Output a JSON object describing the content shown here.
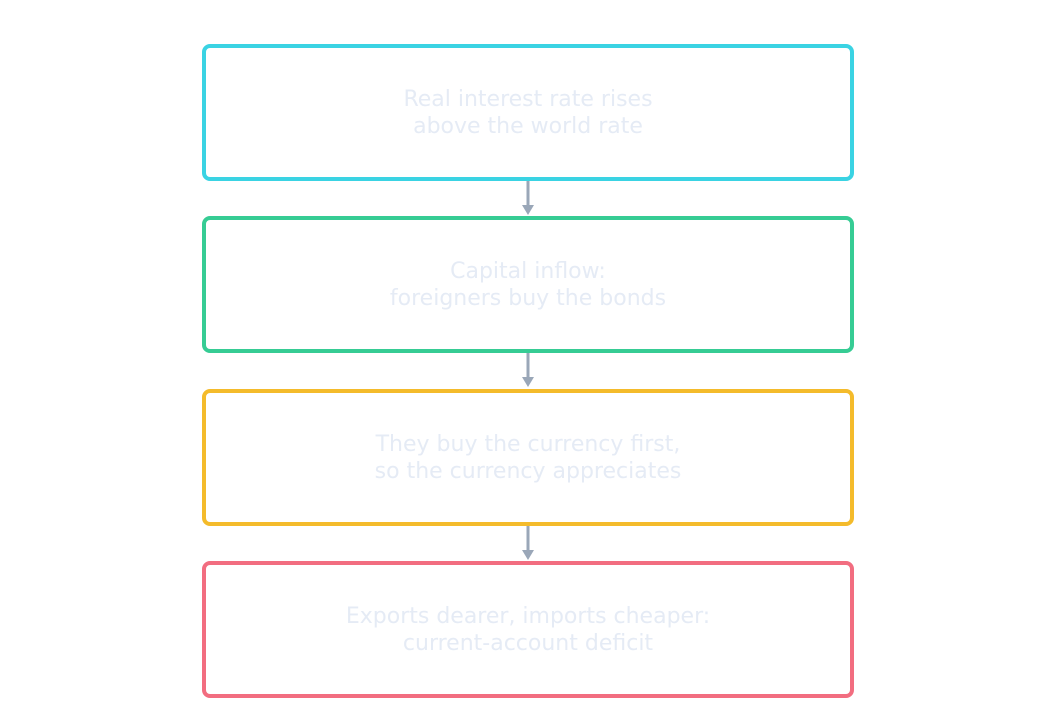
{
  "flow": {
    "steps": [
      {
        "lines": [
          "Real interest rate rises",
          "above the world rate"
        ],
        "border_color": "#3ad3e3"
      },
      {
        "lines": [
          "Capital inflow:",
          "foreigners buy the bonds"
        ],
        "border_color": "#36cc94"
      },
      {
        "lines": [
          "They buy the currency first,",
          "so the currency appreciates"
        ],
        "border_color": "#f4bb2b"
      },
      {
        "lines": [
          "Exports dearer, imports cheaper:",
          "current-account deficit"
        ],
        "border_color": "#f26d80"
      }
    ],
    "connector_color": "#9aa7b8",
    "text_color": "#e5ebf5"
  }
}
